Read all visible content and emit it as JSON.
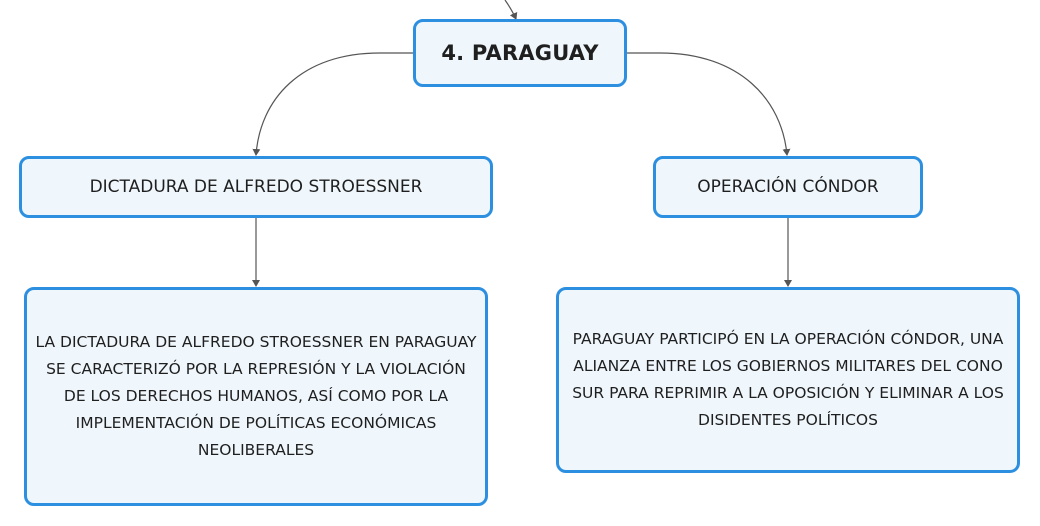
{
  "root": {
    "label": "4. PARAGUAY"
  },
  "branches": [
    {
      "topic": "DICTADURA DE ALFREDO STROESSNER",
      "detail": "LA DICTADURA DE ALFREDO STROESSNER EN PARAGUAY SE CARACTERIZÓ POR LA REPRESIÓN Y LA VIOLACIÓN DE LOS DERECHOS HUMANOS, ASÍ COMO POR LA IMPLEMENTACIÓN DE POLÍTICAS ECONÓMICAS NEOLIBERALES"
    },
    {
      "topic": "OPERACIÓN CÓNDOR",
      "detail": "PARAGUAY PARTICIPÓ EN LA OPERACIÓN CÓNDOR, UNA ALIANZA ENTRE LOS GOBIERNOS MILITARES DEL CONO SUR PARA REPRIMIR A LA OPOSICIÓN Y ELIMINAR A LOS DISIDENTES POLÍTICOS"
    }
  ],
  "colors": {
    "node_border": "#2d8fe0",
    "node_fill": "#eff7fd",
    "connector": "#555555"
  }
}
